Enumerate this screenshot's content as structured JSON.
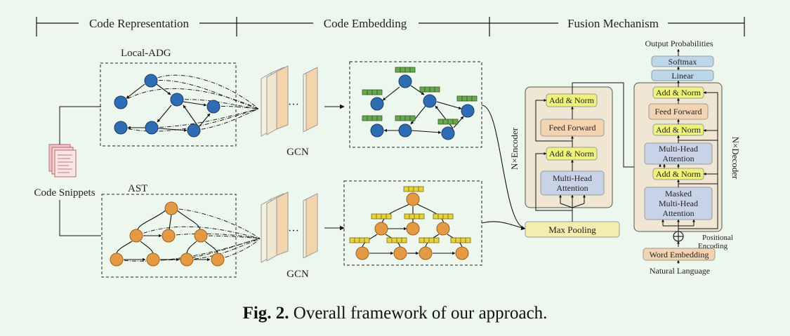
{
  "sections": {
    "code_representation": "Code Representation",
    "code_embedding": "Code Embedding",
    "fusion_mechanism": "Fusion Mechanism"
  },
  "graphs": {
    "local_adg": "Local-ADG",
    "ast": "AST",
    "code_snippets": "Code Snippets"
  },
  "gcn": {
    "label": "GCN",
    "ellipsis": "···"
  },
  "encoder": {
    "side_label": "N×Encoder",
    "add_norm": "Add & Norm",
    "feed_forward": "Feed Forward",
    "multi_head_line1": "Multi-Head",
    "multi_head_line2": "Attention",
    "max_pooling": "Max Pooling"
  },
  "decoder": {
    "side_label": "N×Decoder",
    "output_probabilities": "Output Probabilities",
    "softmax": "Softmax",
    "linear": "Linear",
    "add_norm": "Add & Norm",
    "feed_forward": "Feed Forward",
    "multi_head_line1": "Multi-Head",
    "multi_head_line2": "Attention",
    "masked_line1": "Masked",
    "masked_line2": "Multi-Head",
    "masked_line3": "Attention",
    "positional_line1": "Positional",
    "positional_line2": "Encoding",
    "word_embedding": "Word Embedding",
    "natural_language": "Natural Language"
  },
  "caption": {
    "prefix": "Fig. 2.",
    "text": " Overall framework of our approach."
  },
  "colors": {
    "background": "#eef7ee",
    "blue_node": "#2e6db3",
    "orange_node": "#e39a43",
    "green_vec": "#6aa84f",
    "yellow_vec": "#e8d23a",
    "add_norm": "#eef27a",
    "feed_forward": "#f4d4b0",
    "attention": "#c9d3e8",
    "pooling": "#f3eeb0",
    "block_bg": "#efe6d4",
    "linear": "#bdd7ea"
  }
}
